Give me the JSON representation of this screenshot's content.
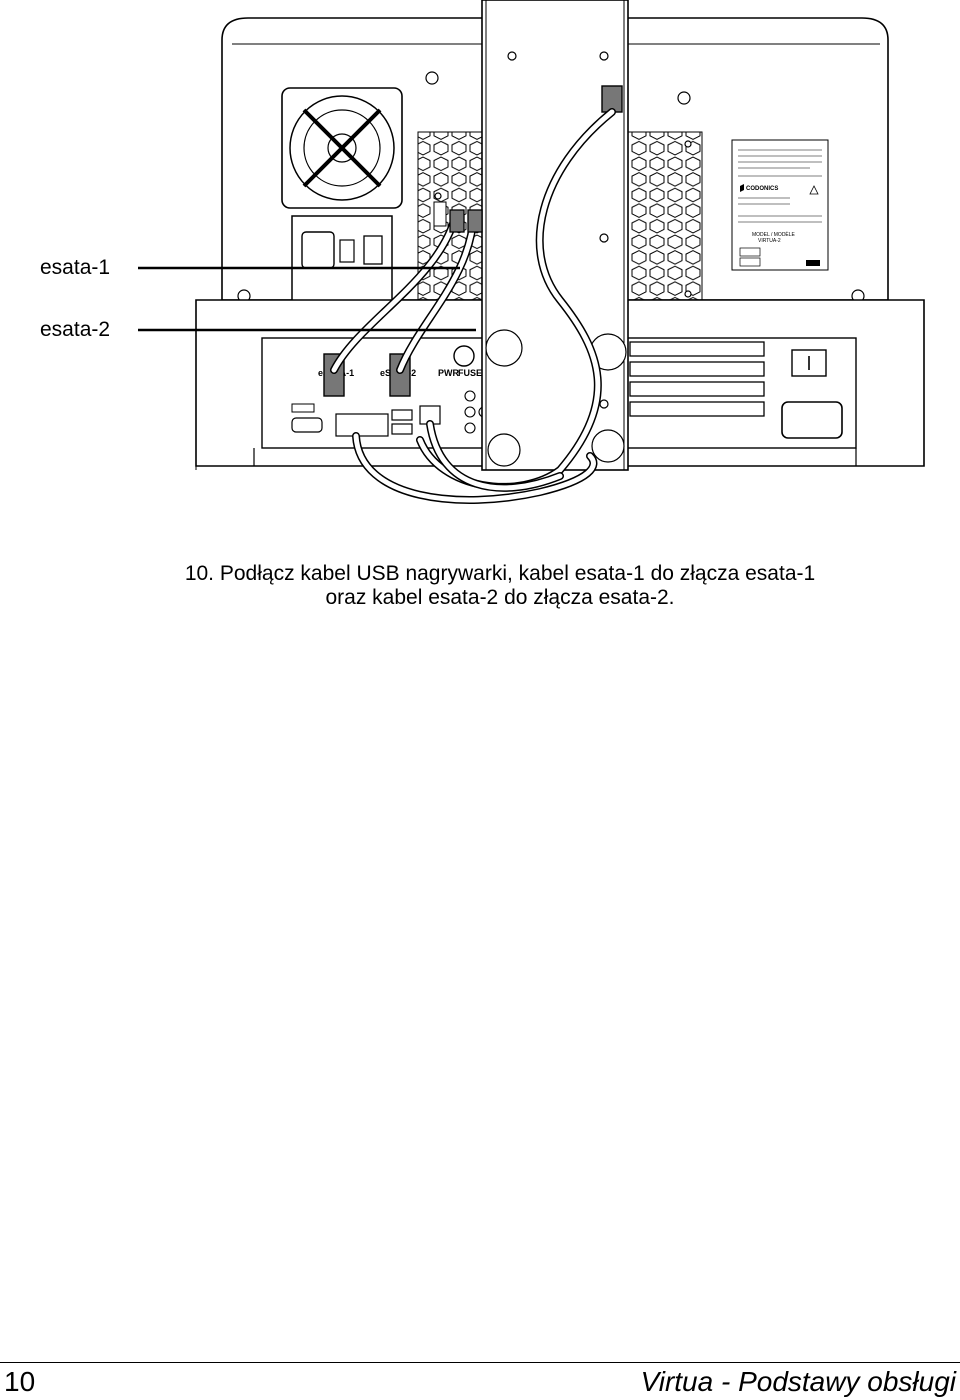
{
  "callouts": {
    "esata1": "esata-1",
    "esata2": "esata-2"
  },
  "device_labels": {
    "port1": "eSATA-1",
    "port2": "eSATA-2",
    "pwr": "PWR",
    "fuse": "FUSE",
    "brand": "CODONICS",
    "model_line1": "MODEL / MODÈLE",
    "model_line2": "VIRTUA-2"
  },
  "caption": {
    "line1": "10.  Podłącz kabel USB nagrywarki, kabel esata-1 do złącza esata-1",
    "line2": "oraz kabel esata-2 do złącza esata-2."
  },
  "footer": {
    "page_number": "10",
    "doc_title": "Virtua - Podstawy obsługi"
  }
}
